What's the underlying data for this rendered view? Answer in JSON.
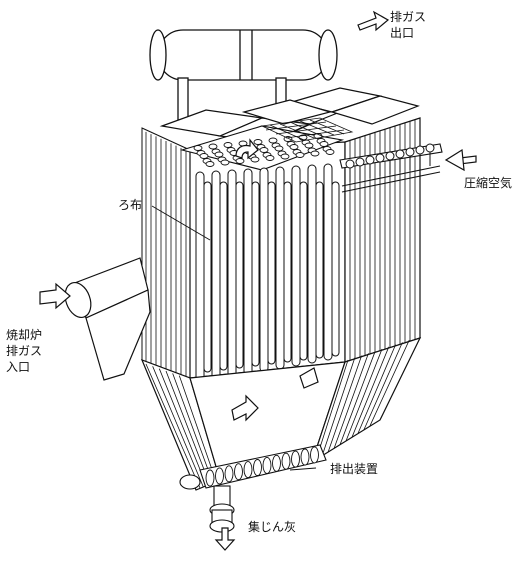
{
  "labels": {
    "gas_outlet": [
      "排ガス",
      "出口"
    ],
    "filter_cloth": "ろ布",
    "compressed_air": "圧縮空気",
    "gas_inlet": [
      "焼却炉",
      "排ガス",
      "入口"
    ],
    "discharge_device": "排出装置",
    "collected_ash": "集じん灰"
  },
  "colors": {
    "line": "#111111",
    "background": "#ffffff"
  }
}
